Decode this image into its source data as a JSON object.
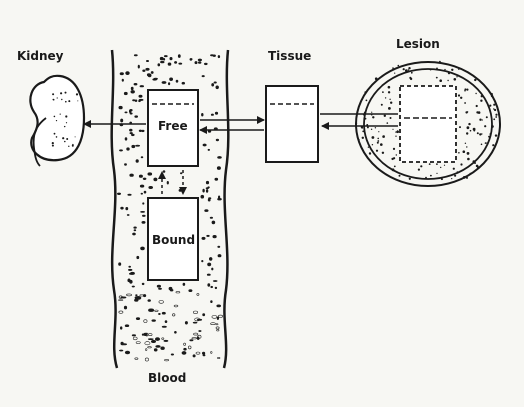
{
  "labels": {
    "kidney": "Kidney",
    "tissue": "Tissue",
    "lesion": "Lesion",
    "free": "Free",
    "bound": "Bound",
    "blood": "Blood"
  },
  "colors": {
    "ink": "#1a1a1a",
    "paper": "#f7f7f3"
  }
}
